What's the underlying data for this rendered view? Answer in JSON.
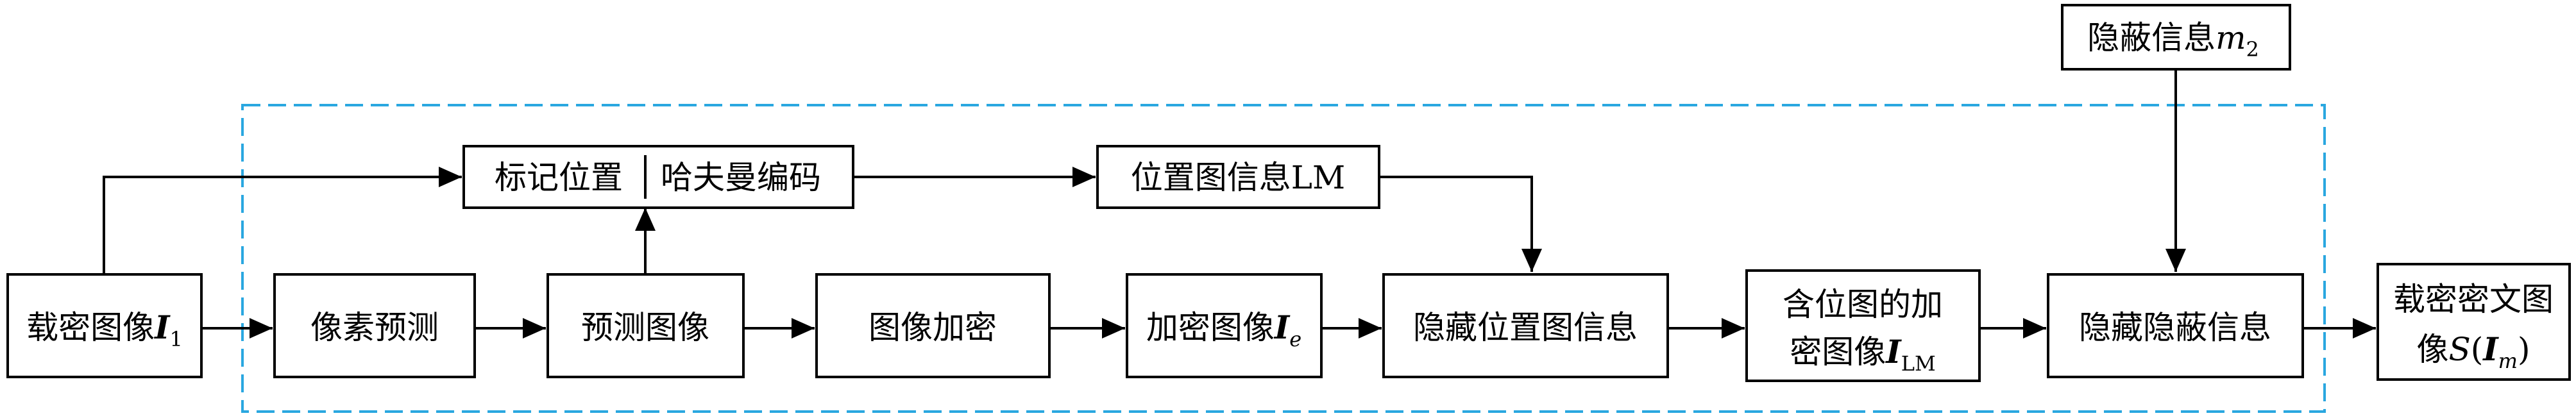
{
  "nodes": {
    "carrier_image": {
      "label": "载密图像",
      "var": "I",
      "sub": "1"
    },
    "pixel_prediction": {
      "label": "像素预测"
    },
    "prediction_image": {
      "label": "预测图像"
    },
    "image_encryption": {
      "label": "图像加密"
    },
    "encrypted_image": {
      "label": "加密图像",
      "var": "I",
      "sub": "e"
    },
    "mark_huffman": {
      "left": "标记位置",
      "right": "哈夫曼编码"
    },
    "location_map": {
      "label": "位置图信息LM"
    },
    "hide_location_map": {
      "label": "隐藏位置图信息"
    },
    "encrypted_with_map": {
      "line1": "含位图的加",
      "line2": "密图像",
      "var": "I",
      "sub": "LM"
    },
    "hidden_info": {
      "label": "隐蔽信息",
      "var": "m",
      "sub": "2"
    },
    "hide_info": {
      "label": "隐藏隐蔽信息"
    },
    "output": {
      "line1": "载密密文图",
      "line2_prefix": "像",
      "func": "S",
      "var": "I",
      "sub": "m"
    }
  },
  "colors": {
    "frame": "#2aa7e0",
    "stroke": "#000000"
  }
}
